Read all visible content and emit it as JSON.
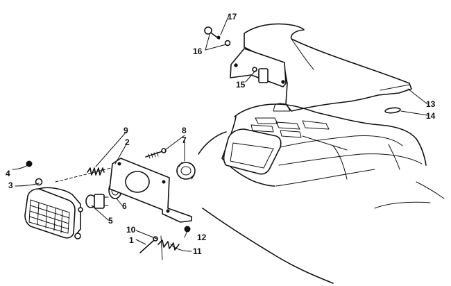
{
  "diagram": {
    "callouts": [
      {
        "id": "c1",
        "text": "1"
      },
      {
        "id": "c2",
        "text": "2"
      },
      {
        "id": "c3",
        "text": "3"
      },
      {
        "id": "c4",
        "text": "4"
      },
      {
        "id": "c5",
        "text": "5"
      },
      {
        "id": "c6",
        "text": "6"
      },
      {
        "id": "c7",
        "text": "7"
      },
      {
        "id": "c8",
        "text": "8"
      },
      {
        "id": "c9",
        "text": "9"
      },
      {
        "id": "c10",
        "text": "10"
      },
      {
        "id": "c11",
        "text": "11"
      },
      {
        "id": "c12",
        "text": "12"
      },
      {
        "id": "c13",
        "text": "13"
      },
      {
        "id": "c14",
        "text": "14"
      },
      {
        "id": "c15",
        "text": "15"
      },
      {
        "id": "c16",
        "text": "16"
      },
      {
        "id": "c17",
        "text": "17"
      }
    ]
  }
}
